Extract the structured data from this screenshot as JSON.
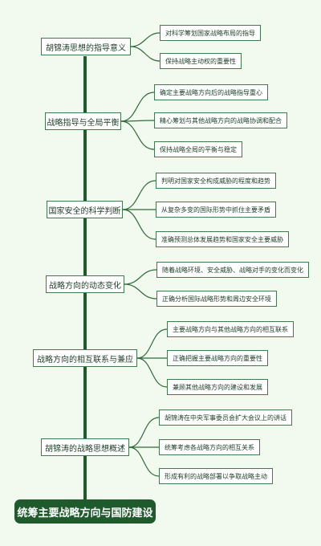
{
  "root": {
    "label": "统筹主要战略方向与国防建设"
  },
  "branches": [
    {
      "label": "胡锦涛思想的指导意义",
      "children": [
        "对科学筹划国家战略布局的指导",
        "保持战略主动权的重要性"
      ]
    },
    {
      "label": "战略指导与全局平衡",
      "children": [
        "确定主要战略方向后的战略指导重心",
        "精心筹划与其他战略方向的战略协调和配合",
        "保持战略全局的平衡与稳定"
      ]
    },
    {
      "label": "国家安全的科学判断",
      "children": [
        "判明对国家安全构成威胁的程度和趋势",
        "从复杂多变的国际形势中抓住主要矛盾",
        "准确预测总体发展趋势和国家安全主要威胁"
      ]
    },
    {
      "label": "战略方向的动态变化",
      "children": [
        "随着战略环境、安全威胁、战略对手的变化而变化",
        "正确分析国际战略形势和周边安全环境"
      ]
    },
    {
      "label": "战略方向的相互联系与兼应",
      "children": [
        "主要战略方向与其他战略方向的相互联系",
        "正确把握主要战略方向的重要性",
        "兼顾其他战略方向的建设和发展"
      ]
    },
    {
      "label": "胡锦涛的战略思想概述",
      "children": [
        "胡锦涛在中央军事委员会扩大会议上的讲话",
        "统筹考虑各战略方向的相互关系",
        "形成有利的战略部署以争取战略主动"
      ]
    }
  ]
}
